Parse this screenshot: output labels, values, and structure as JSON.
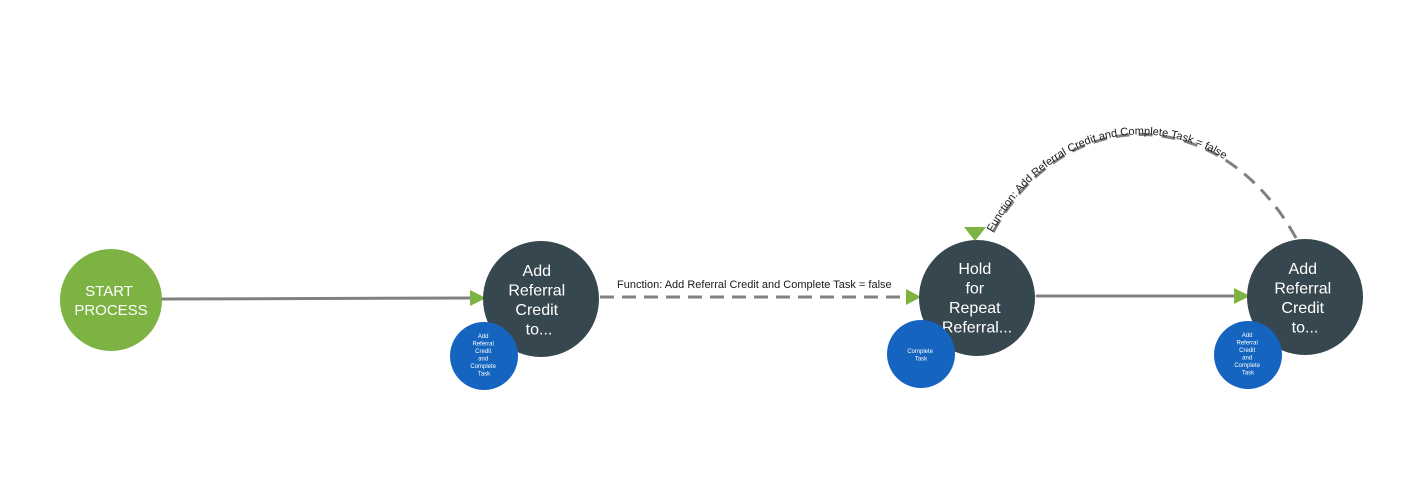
{
  "colors": {
    "start_fill": "#7cb342",
    "node_fill": "#37474f",
    "badge_fill": "#1565c0",
    "edge_stroke": "#808080",
    "arrow_fill": "#7cb342",
    "label_text": "#ffffff"
  },
  "nodes": {
    "start": {
      "lines": [
        "START",
        "PROCESS"
      ]
    },
    "add_referral_credit_1": {
      "lines": [
        "Add",
        "Referral",
        "Credit",
        "to..."
      ],
      "badge": [
        "Add",
        "Referral",
        "Credit",
        "and",
        "Complete",
        "Task"
      ]
    },
    "hold_for_repeat_referral": {
      "lines": [
        "Hold",
        "for",
        "Repeat",
        "Referral..."
      ],
      "badge": [
        "Complete",
        "Task"
      ]
    },
    "add_referral_credit_2": {
      "lines": [
        "Add",
        "Referral",
        "Credit",
        "to..."
      ],
      "badge": [
        "Add",
        "Referral",
        "Credit",
        "and",
        "Complete",
        "Task"
      ]
    }
  },
  "edges": {
    "start_to_add_1": {
      "label": ""
    },
    "add_1_to_hold": {
      "label": "Function: Add Referral Credit and Complete Task = false"
    },
    "hold_to_add_2": {
      "label": ""
    },
    "add_2_to_hold_loop": {
      "label": "Function: Add Referral Credit and Complete Task = false"
    }
  }
}
